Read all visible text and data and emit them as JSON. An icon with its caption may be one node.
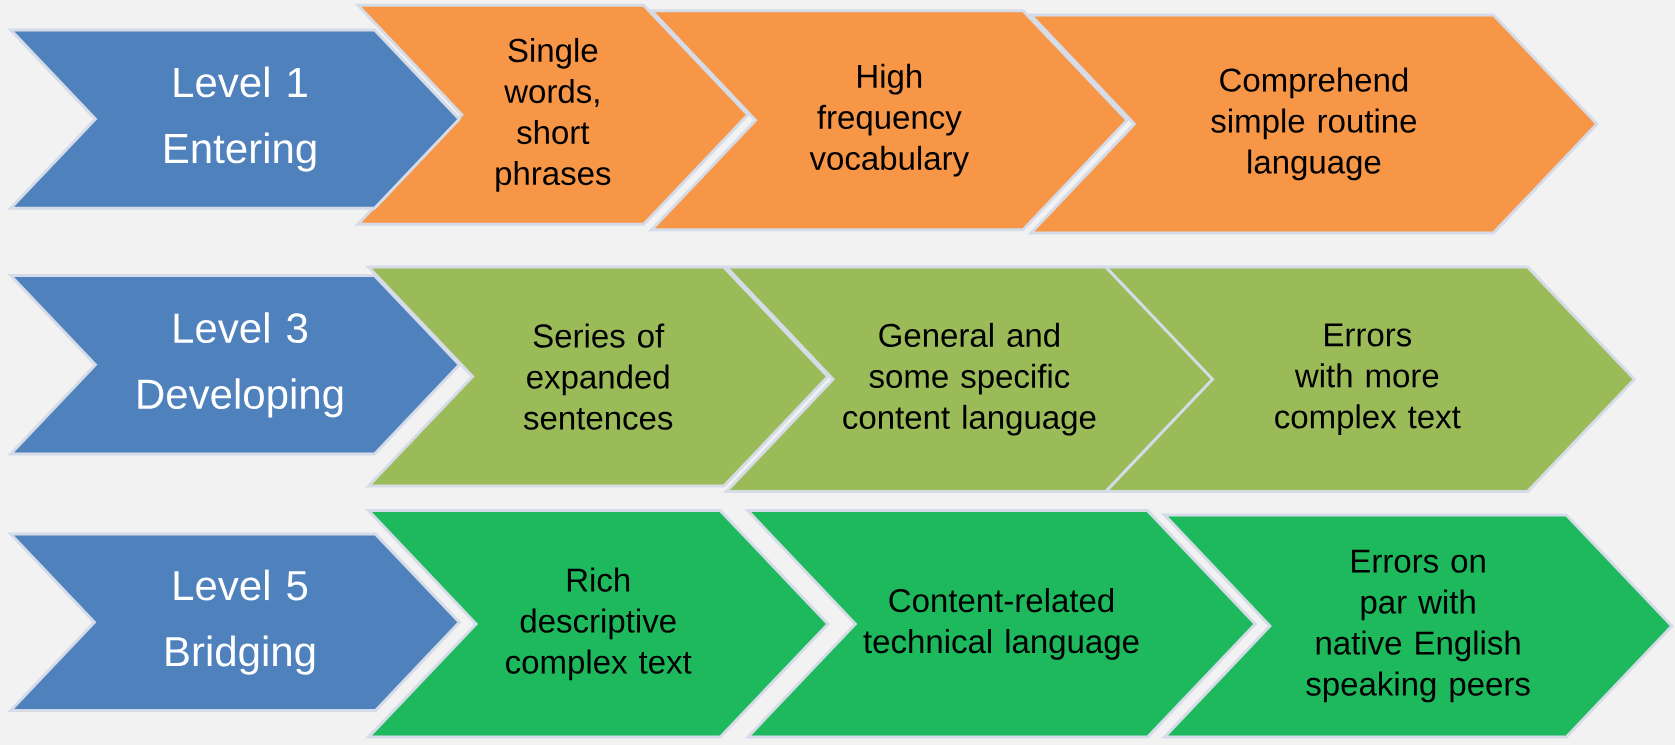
{
  "diagram": {
    "nodes": [
      {
        "text": [
          "Level 1 Entering"
        ]
      },
      {
        "text": [
          "Single words, short phrases"
        ]
      },
      {
        "text": [
          "High frequency vocabulary"
        ]
      },
      {
        "text": [
          "Comprehend simple routine language"
        ]
      },
      {
        "text": [
          "Level 3 Developing"
        ]
      },
      {
        "text": [
          "Series of expanded sentences"
        ]
      },
      {
        "text": [
          "General and some specific content language"
        ]
      },
      {
        "text": [
          "Errors with more complex text"
        ]
      },
      {
        "text": [
          "Level 5 Bridging"
        ]
      },
      {
        "text": [
          "Rich descriptive complex text"
        ]
      },
      {
        "text": [
          "Content-related technical language"
        ]
      },
      {
        "text": [
          "Errors on par with native English speaking peers"
        ]
      }
    ]
  }
}
